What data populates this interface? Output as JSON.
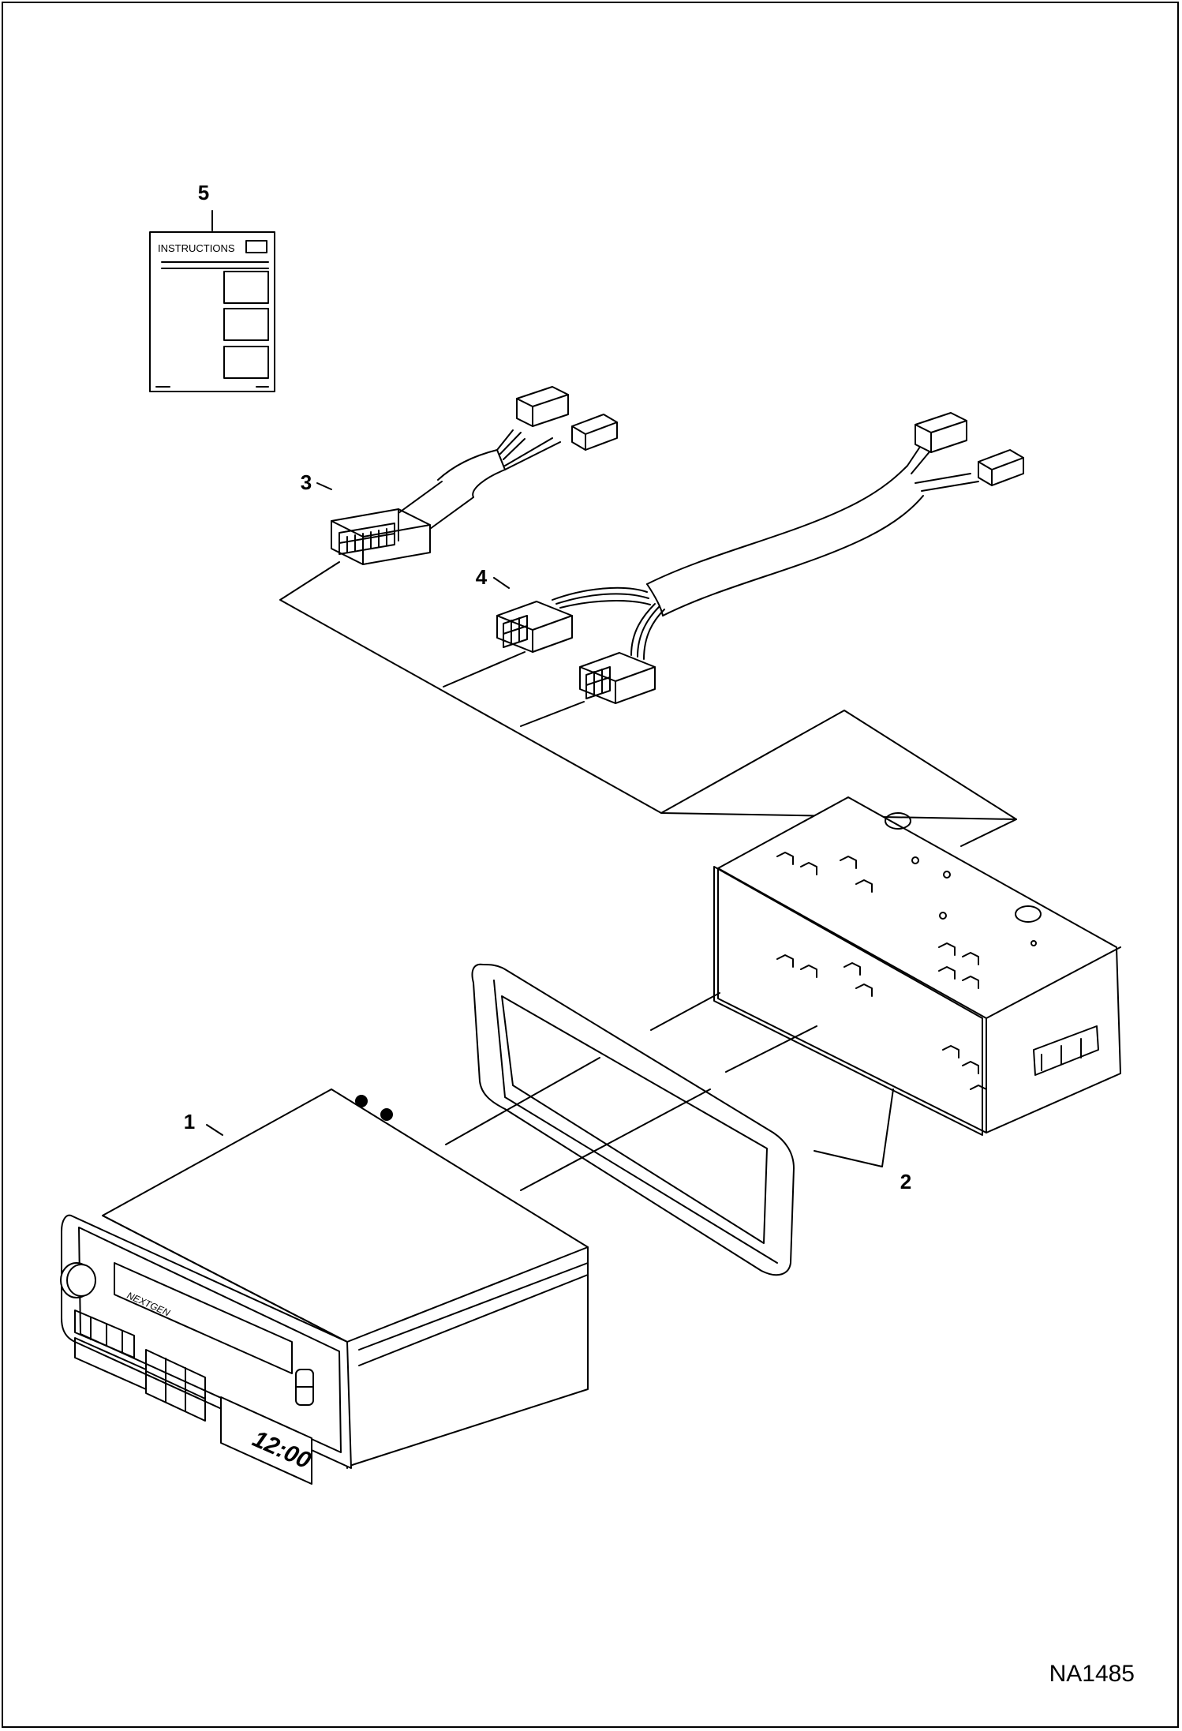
{
  "callouts": {
    "radio": "1",
    "frame_and_sleeve": "2",
    "harness_short": "3",
    "harness_long": "4",
    "instructions": "5"
  },
  "instructions_sheet": {
    "heading": "INSTRUCTIONS"
  },
  "radio_unit": {
    "brand": "NEXTGEN",
    "clock": "12:00"
  },
  "drawing_code": "NA1485",
  "colors": {
    "ink": "#000000",
    "paper": "#ffffff"
  }
}
